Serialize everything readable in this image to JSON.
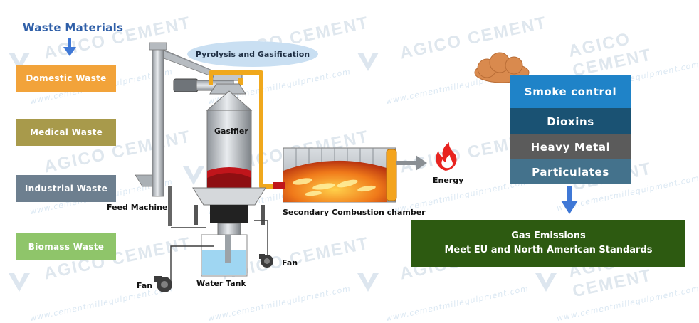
{
  "title": "Waste Materials",
  "waste_materials": [
    {
      "label": "Domestic Waste",
      "color": "#f2a33a"
    },
    {
      "label": "Medical Waste",
      "color": "#a89a4b"
    },
    {
      "label": "Industrial Waste",
      "color": "#6d7f8f"
    },
    {
      "label": "Biomass Waste",
      "color": "#8fc56a"
    }
  ],
  "process": {
    "pyrolysis_label": "Pyrolysis and Gasification",
    "gasifier_label": "Gasifier",
    "feed_machine_label": "Feed Machine",
    "secondary_chamber_label": "Secondary Combustion chamber",
    "energy_label": "Energy",
    "fan_right_label": "Fan",
    "fan_left_label": "Fan",
    "water_tank_label": "Water Tank"
  },
  "smoke_treatment": {
    "items": [
      {
        "label": "Smoke control",
        "color": "#1f83c8"
      },
      {
        "label": "Dioxins",
        "color": "#1a5273"
      },
      {
        "label": "Heavy Metal",
        "color": "#5b5b5b"
      },
      {
        "label": "Particulates",
        "color": "#44728c"
      }
    ]
  },
  "emissions": {
    "line1": "Gas Emissions",
    "line2": "Meet EU and North American Standards"
  },
  "watermark": {
    "brand": "AGICO CEMENT",
    "url": "www.cementmillequipment.com"
  },
  "colors": {
    "arrow_blue": "#3f78d6",
    "pipe_orange": "#f0a81c",
    "title_blue": "#2f5fa8"
  }
}
